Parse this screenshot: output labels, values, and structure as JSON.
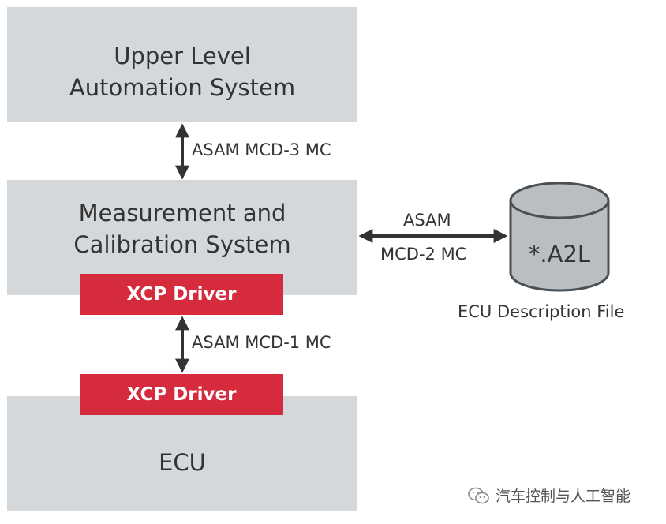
{
  "boxes": {
    "upper": {
      "title": "Upper Level\nAutomation System"
    },
    "mcs": {
      "title": "Measurement and\nCalibration System"
    },
    "ecu": {
      "title": "ECU"
    }
  },
  "drivers": {
    "top": "XCP Driver",
    "bottom": "XCP Driver"
  },
  "connections": {
    "mcd3": "ASAM MCD-3 MC",
    "mcd2_line1": "ASAM",
    "mcd2_line2": "MCD-2 MC",
    "mcd1": "ASAM MCD-1 MC"
  },
  "database": {
    "label": "*.A2L",
    "caption": "ECU Description File"
  },
  "watermark": {
    "text": "汽车控制与人工智能",
    "icon": "wechat-icon"
  },
  "colors": {
    "box_fill": "#d4d8db",
    "driver_fill": "#d52b3d",
    "cylinder_fill": "#b9bec2",
    "arrow": "#333333"
  }
}
